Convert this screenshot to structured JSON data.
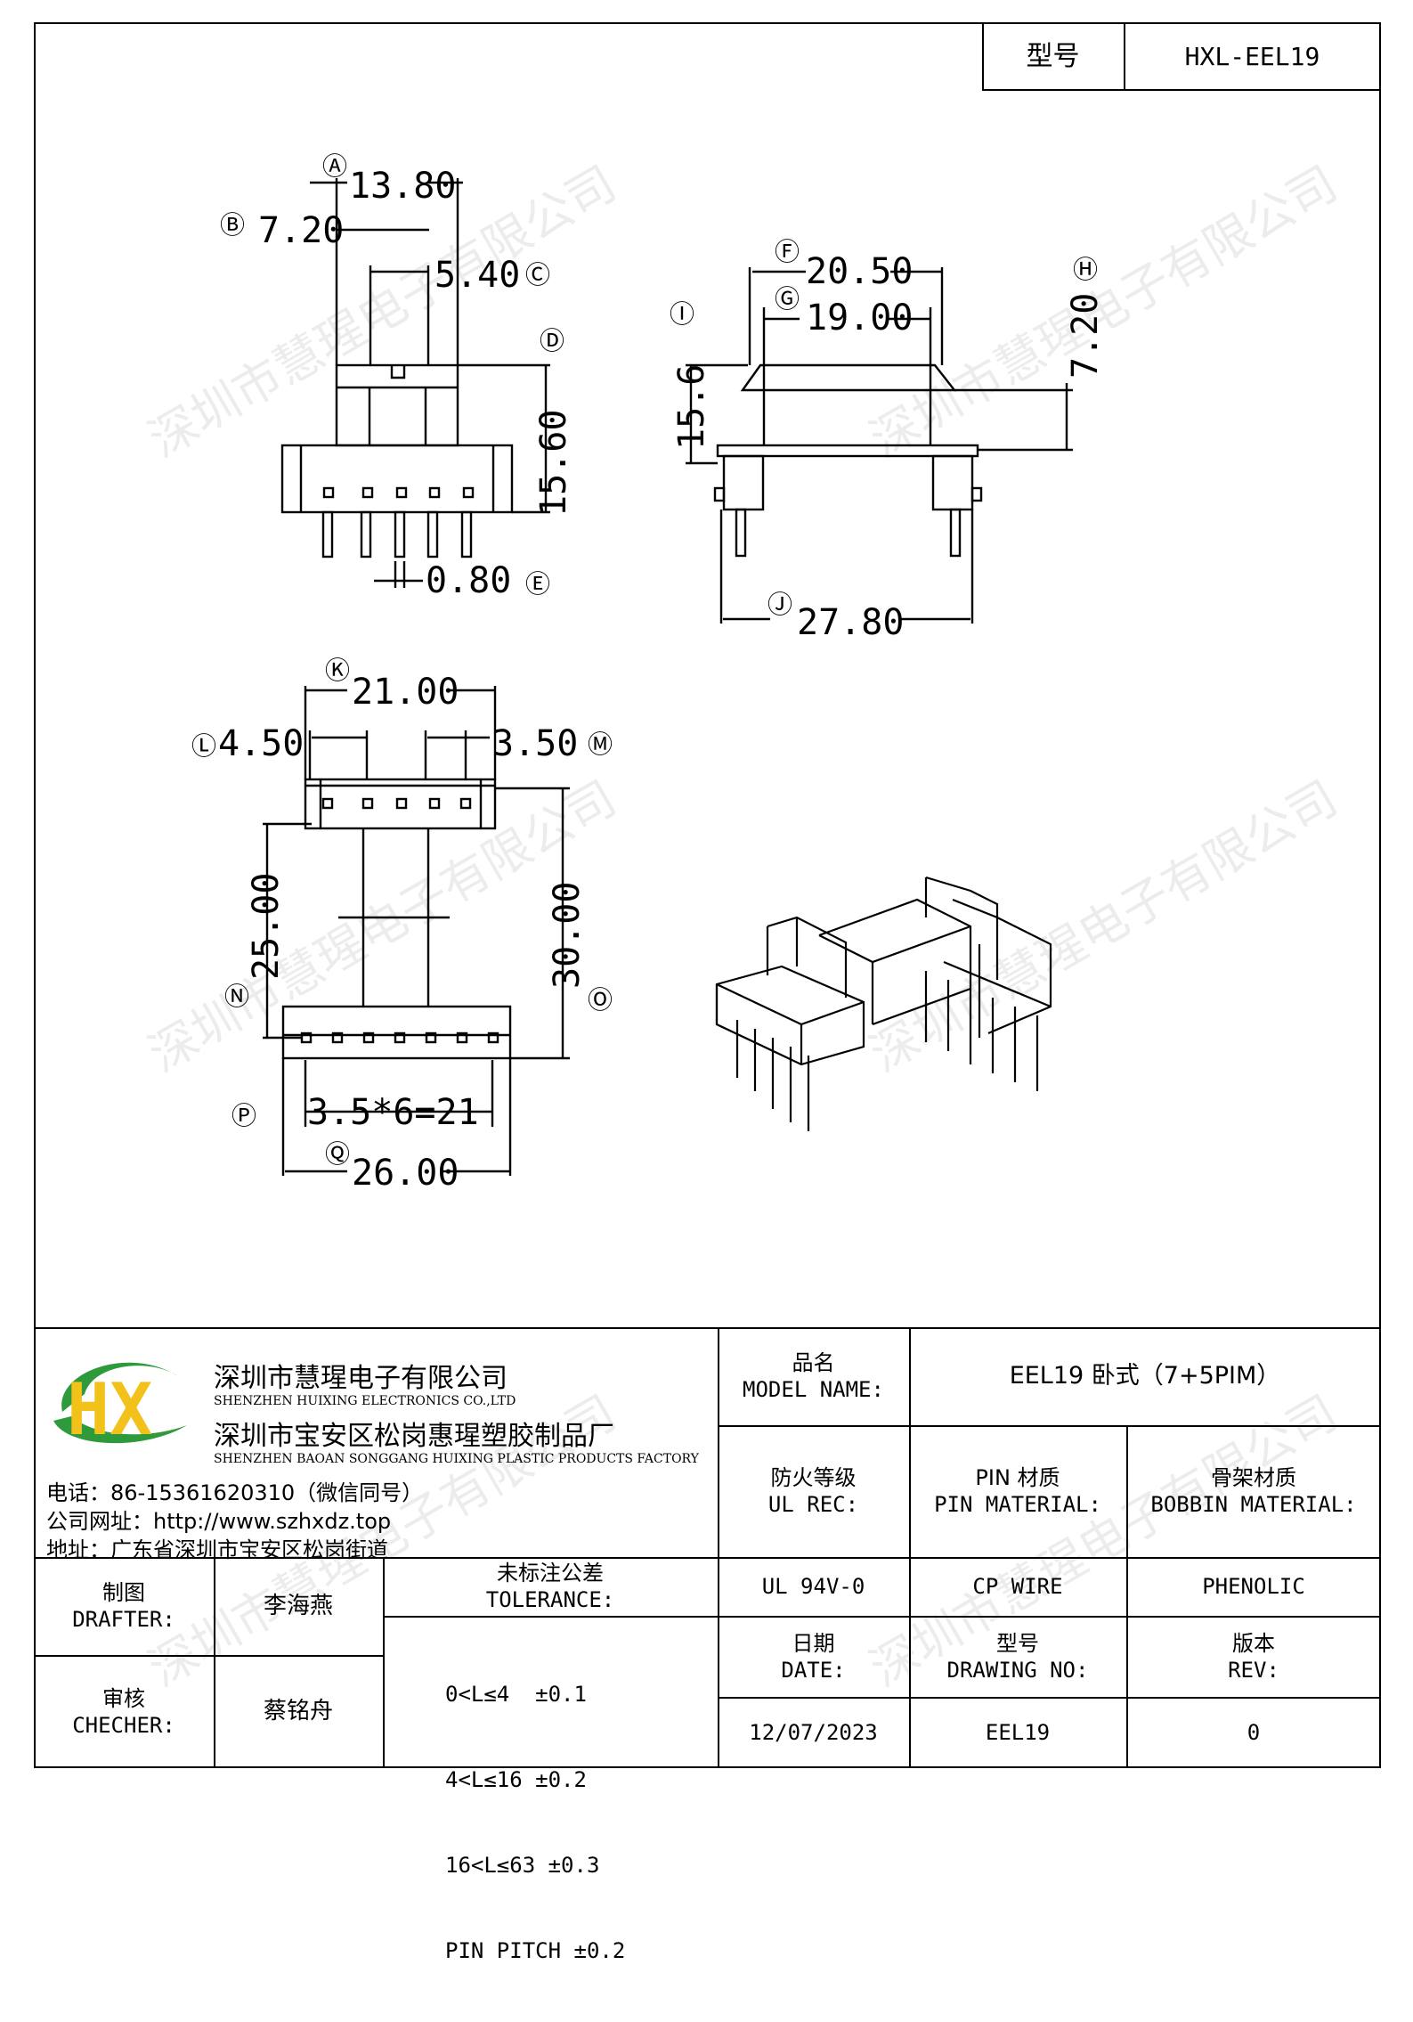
{
  "header": {
    "model_label": "型号",
    "model_value": "HXL-EEL19"
  },
  "watermark": "深圳市慧瑆电子有限公司",
  "drawing": {
    "front_view": {
      "A": "Ⓐ",
      "A_val": "13.80",
      "B": "Ⓑ",
      "B_val": "7.20",
      "C": "Ⓒ",
      "C_val": "5.40",
      "D": "Ⓓ",
      "D_val": "15.60",
      "E": "Ⓔ",
      "E_val": "0.80"
    },
    "side_view": {
      "F": "Ⓕ",
      "F_val": "20.50",
      "G": "Ⓖ",
      "G_val": "19.00",
      "H": "Ⓗ",
      "H_val": "7.20",
      "I": "Ⓘ",
      "I_val": "15.6",
      "J": "Ⓙ",
      "J_val": "27.80"
    },
    "bottom_view": {
      "K": "Ⓚ",
      "K_val": "21.00",
      "L": "Ⓛ",
      "L_val": "4.50",
      "M": "Ⓜ",
      "M_val": "3.50",
      "N": "Ⓝ",
      "N_val": "25.00",
      "O": "Ⓞ",
      "O_val": "30.00",
      "P": "Ⓟ",
      "P_val": "3.5*6=21",
      "Q": "Ⓠ",
      "Q_val": "26.00"
    }
  },
  "company": {
    "name_cn": "深圳市慧瑆电子有限公司",
    "name_en": "SHENZHEN HUIXING ELECTRONICS CO.,LTD",
    "factory_cn": "深圳市宝安区松岗惠瑆塑胶制品厂",
    "factory_en": "SHENZHEN BAOAN SONGGANG HUIXING PLASTIC PRODUCTS FACTORY",
    "phone": "电话：86-15361620310（微信同号）",
    "website": "公司网址：http://www.szhxdz.top",
    "address": "地址：广东省深圳市宝安区松岗街道",
    "logo_text": "HX",
    "logo_colors": {
      "green": "#2e9a3c",
      "yellow": "#f2c21b"
    }
  },
  "table": {
    "model_name_label_cn": "品名",
    "model_name_label_en": "MODEL NAME:",
    "model_name_value": "EEL19 卧式（7+5PIM）",
    "fire_label_cn": "防火等级",
    "fire_label_en": "UL REC:",
    "pin_label_cn": "PIN 材质",
    "pin_label_en": "PIN MATERIAL:",
    "bobbin_label_cn": "骨架材质",
    "bobbin_label_en": "BOBBIN MATERIAL:",
    "fire_value": "UL 94V-0",
    "pin_value": "CP WIRE",
    "bobbin_value": "PHENOLIC",
    "drafter_label_cn": "制图",
    "drafter_label_en": "DRAFTER:",
    "drafter_value": "李海燕",
    "checker_label_cn": "审核",
    "checker_label_en": "CHECHER:",
    "checker_value": "蔡铭舟",
    "tolerance_label_cn": "未标注公差",
    "tolerance_label_en": "TOLERANCE:",
    "tolerance_lines": [
      "0<L≤4  ±0.1",
      "4<L≤16 ±0.2",
      "16<L≤63 ±0.3",
      "PIN PITCH ±0.2"
    ],
    "date_label_cn": "日期",
    "date_label_en": "DATE:",
    "drawing_no_label_cn": "型号",
    "drawing_no_label_en": "DRAWING NO:",
    "rev_label_cn": "版本",
    "rev_label_en": "REV:",
    "date_value": "12/07/2023",
    "drawing_no_value": "EEL19",
    "rev_value": "0"
  }
}
